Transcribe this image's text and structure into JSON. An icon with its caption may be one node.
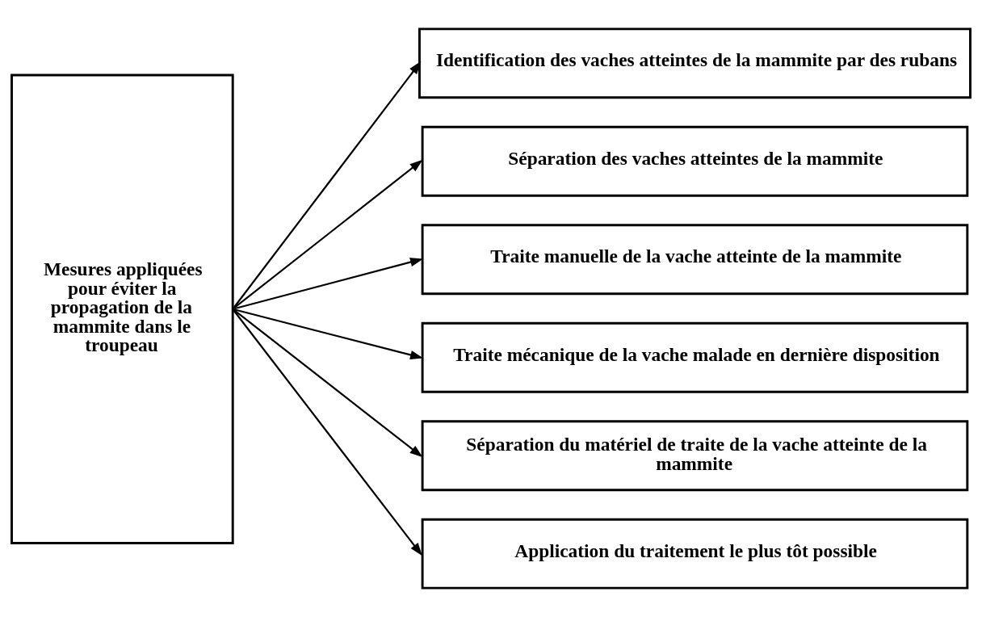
{
  "diagram": {
    "nodes": [
      {
        "text": [
          "Mesures appliquées pour éviter la propagation de la mammite dans le troupeau"
        ]
      },
      {
        "text": [
          "Identification des vaches atteintes de la mammite par des rubans"
        ]
      },
      {
        "text": [
          "Séparation des vaches atteintes de la mammite"
        ]
      },
      {
        "text": [
          "Traite manuelle de la vache atteinte de la mammite"
        ]
      },
      {
        "text": [
          "Traite mécanique de la vache malade en dernière disposition"
        ]
      },
      {
        "text": [
          "Séparation du matériel de traite de la vache atteinte de la mammite"
        ]
      },
      {
        "text": [
          "Application du traitement le plus tôt possible"
        ]
      }
    ],
    "edges": [
      {
        "from": 0,
        "to": 1,
        "arrow": "to"
      },
      {
        "from": 0,
        "to": 2,
        "arrow": "to"
      },
      {
        "from": 0,
        "to": 3,
        "arrow": "to"
      },
      {
        "from": 0,
        "to": 4,
        "arrow": "to"
      },
      {
        "from": 0,
        "to": 5,
        "arrow": "to"
      },
      {
        "from": 0,
        "to": 6,
        "arrow": "to"
      }
    ]
  }
}
